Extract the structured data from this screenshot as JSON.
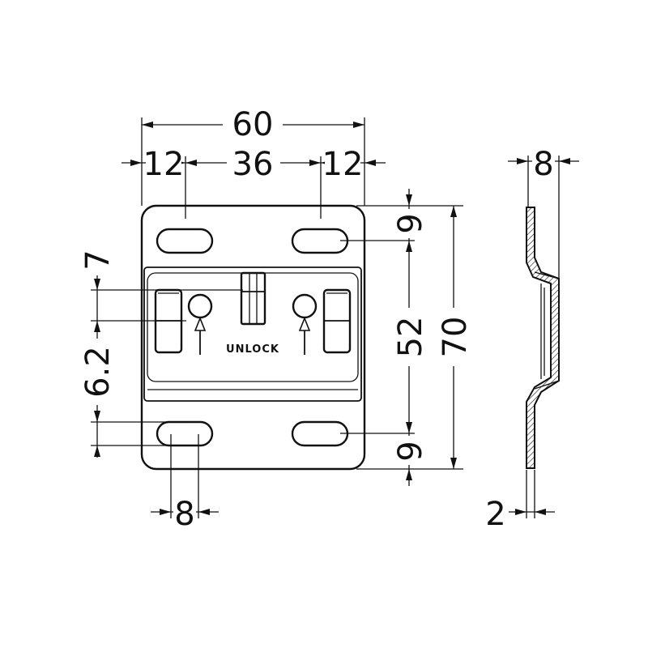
{
  "dimensions": {
    "overall_width": "60",
    "left_margin": "12",
    "center_span": "36",
    "right_margin": "12",
    "top_slot_offset": "9",
    "bottom_slot_offset": "9",
    "slot_span": "52",
    "overall_height": "70",
    "window_offset": "7",
    "window_height": "6.2",
    "slot_width": "8",
    "profile_depth": "8",
    "thickness": "2"
  },
  "labels": {
    "unlock": "UNLOCK"
  },
  "colors": {
    "line": "#111111",
    "background": "#ffffff"
  }
}
